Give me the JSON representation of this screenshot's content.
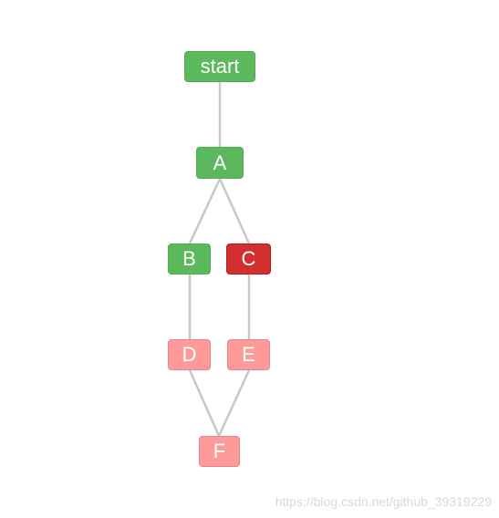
{
  "diagram": {
    "nodes": [
      {
        "id": "start",
        "label": "start",
        "status_color": "#5cb85c"
      },
      {
        "id": "A",
        "label": "A",
        "status_color": "#5cb85c"
      },
      {
        "id": "B",
        "label": "B",
        "status_color": "#5cb85c"
      },
      {
        "id": "C",
        "label": "C",
        "status_color": "#d32f2f"
      },
      {
        "id": "D",
        "label": "D",
        "status_color": "#ff9a9a"
      },
      {
        "id": "E",
        "label": "E",
        "status_color": "#ff9a9a"
      },
      {
        "id": "F",
        "label": "F",
        "status_color": "#ff9a9a"
      }
    ],
    "edges": [
      {
        "from": "start",
        "to": "A"
      },
      {
        "from": "A",
        "to": "B"
      },
      {
        "from": "A",
        "to": "C"
      },
      {
        "from": "B",
        "to": "D"
      },
      {
        "from": "C",
        "to": "E"
      },
      {
        "from": "D",
        "to": "F"
      },
      {
        "from": "E",
        "to": "F"
      }
    ],
    "edge_color": "#c8c8c8"
  },
  "watermark": "https://blog.csdn.net/github_39319229"
}
